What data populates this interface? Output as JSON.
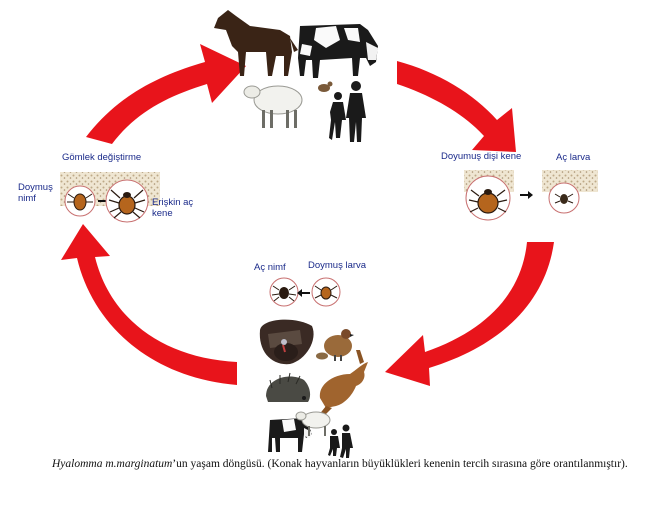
{
  "labels": {
    "molting": "Gömlek değiştirme",
    "engorged_nymph": "Doymuş nimf",
    "adult": "Erişkin aç kene",
    "engorged_female": "Doyumuş dişi kene",
    "hungry_larva": "Aç larva",
    "hungry_nymph": "Aç nimf",
    "engorged_larva": "Doymuş larva"
  },
  "caption": {
    "species": "Hyalomma m.marginatum",
    "text": "’un yaşam döngüsü. (Konak hayvanların büyüklükleri kenenin tercih sırasına göre orantılanmıştır)."
  },
  "colors": {
    "arrow": "#e8141b",
    "label": "#1a2a8a",
    "tick_body": "#b5651d",
    "tick_dark": "#2a1a10",
    "soil": "#d9c9a8"
  }
}
